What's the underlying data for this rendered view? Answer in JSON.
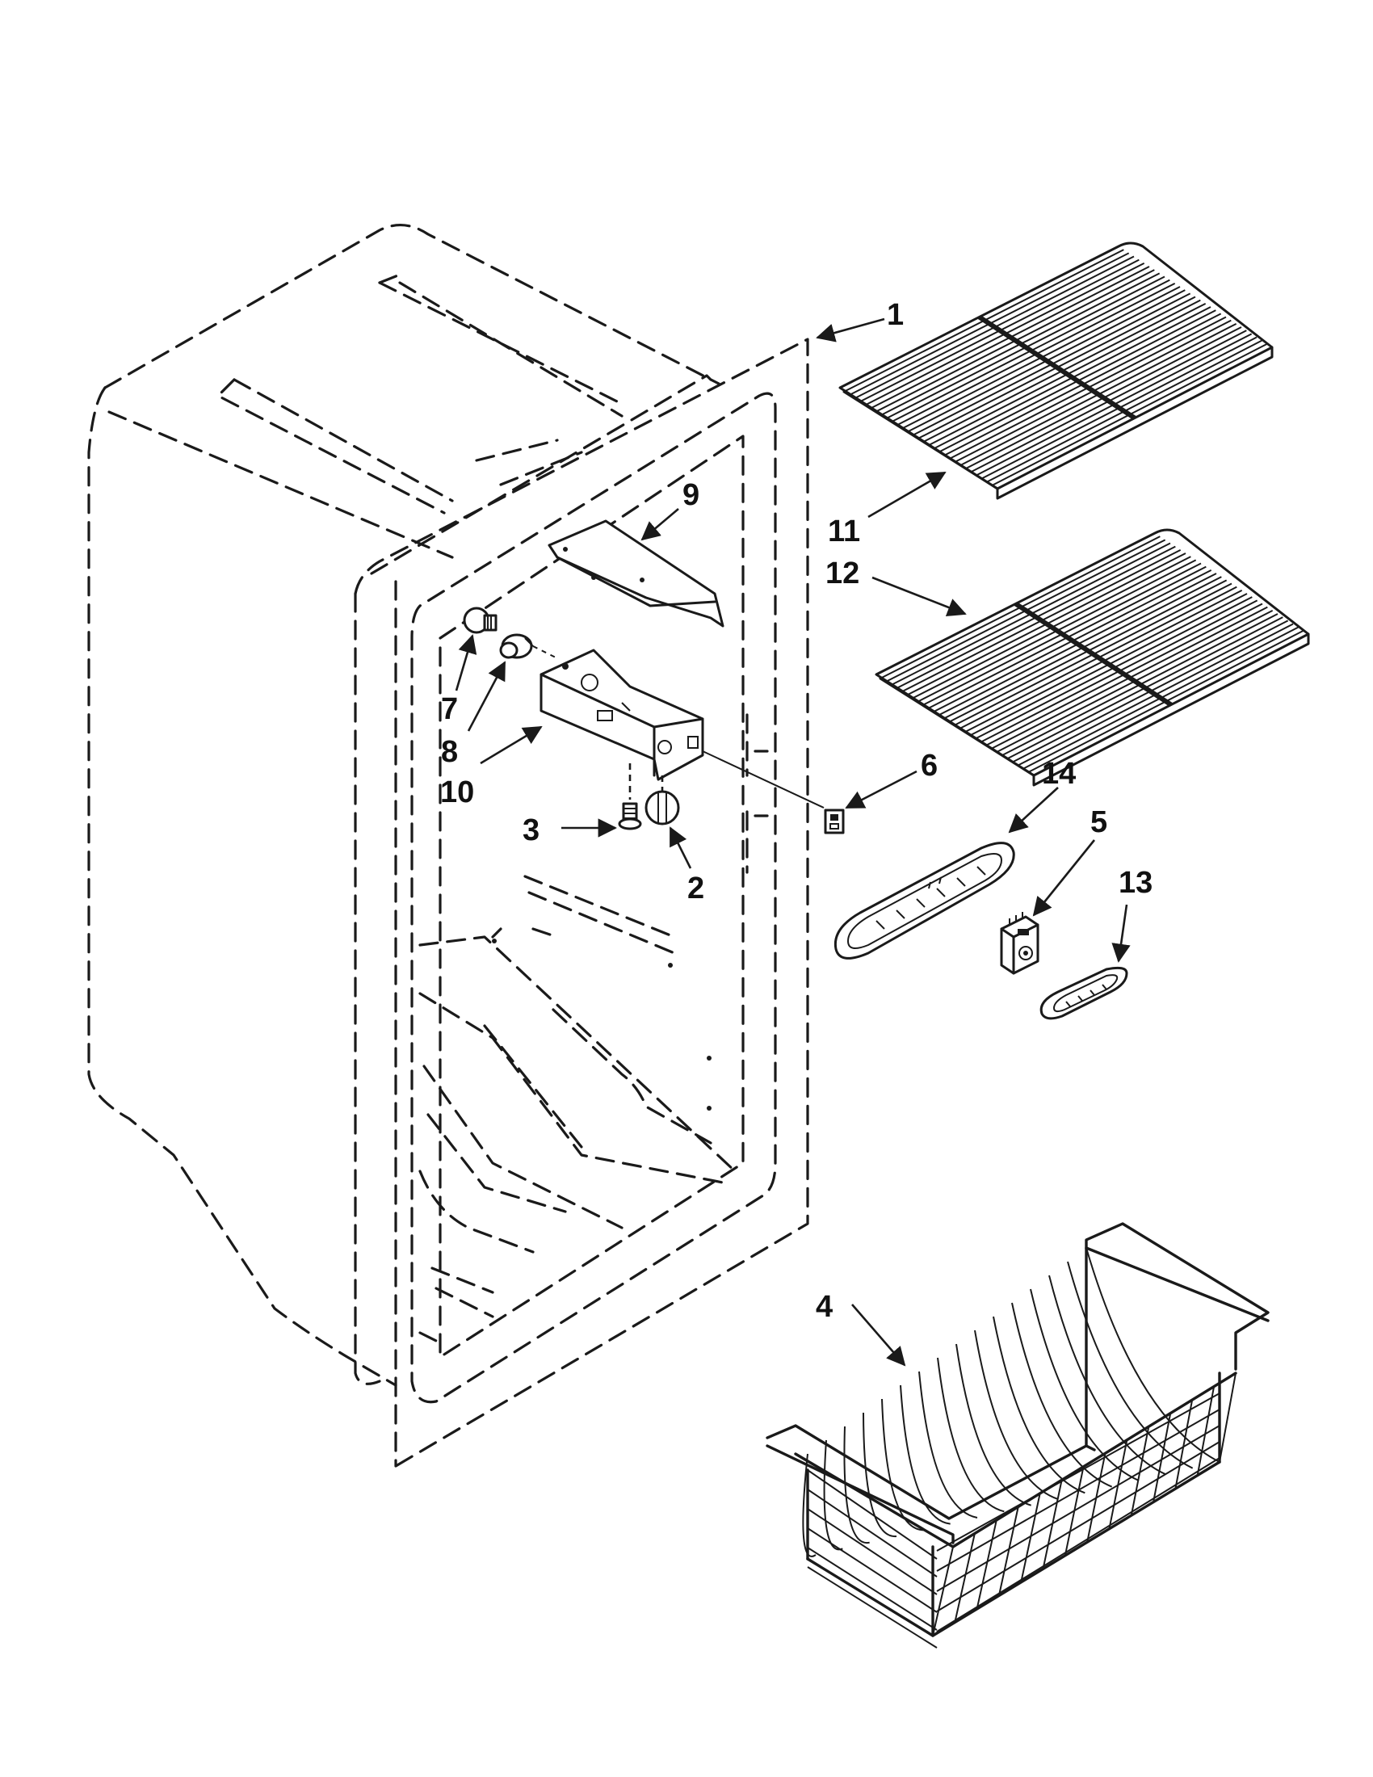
{
  "callouts": {
    "c1": "1",
    "c2": "2",
    "c3": "3",
    "c4": "4",
    "c5": "5",
    "c6": "6",
    "c7": "7",
    "c8": "8",
    "c9": "9",
    "c10": "10",
    "c11": "11",
    "c12": "12",
    "c13": "13",
    "c14": "14"
  },
  "icons": {
    "shelf": "wire-shelf-icon",
    "basket": "wire-basket-icon",
    "bulb": "light-bulb-icon",
    "socket": "lamp-socket-icon",
    "housing": "light-housing-icon",
    "switch": "light-switch-icon",
    "thermostat": "thermostat-icon",
    "grille": "vent-grille-icon"
  }
}
